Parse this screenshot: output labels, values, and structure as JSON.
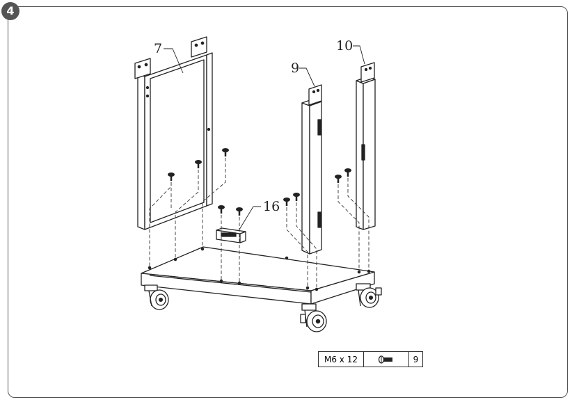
{
  "step": {
    "number": "4"
  },
  "callouts": {
    "side_frame": "7",
    "front_post": "9",
    "rear_post": "10",
    "bracket": "16"
  },
  "hardware": {
    "bolt_size": "M6 x 12",
    "bolt_icon": "bolt-icon",
    "quantity": "9"
  }
}
